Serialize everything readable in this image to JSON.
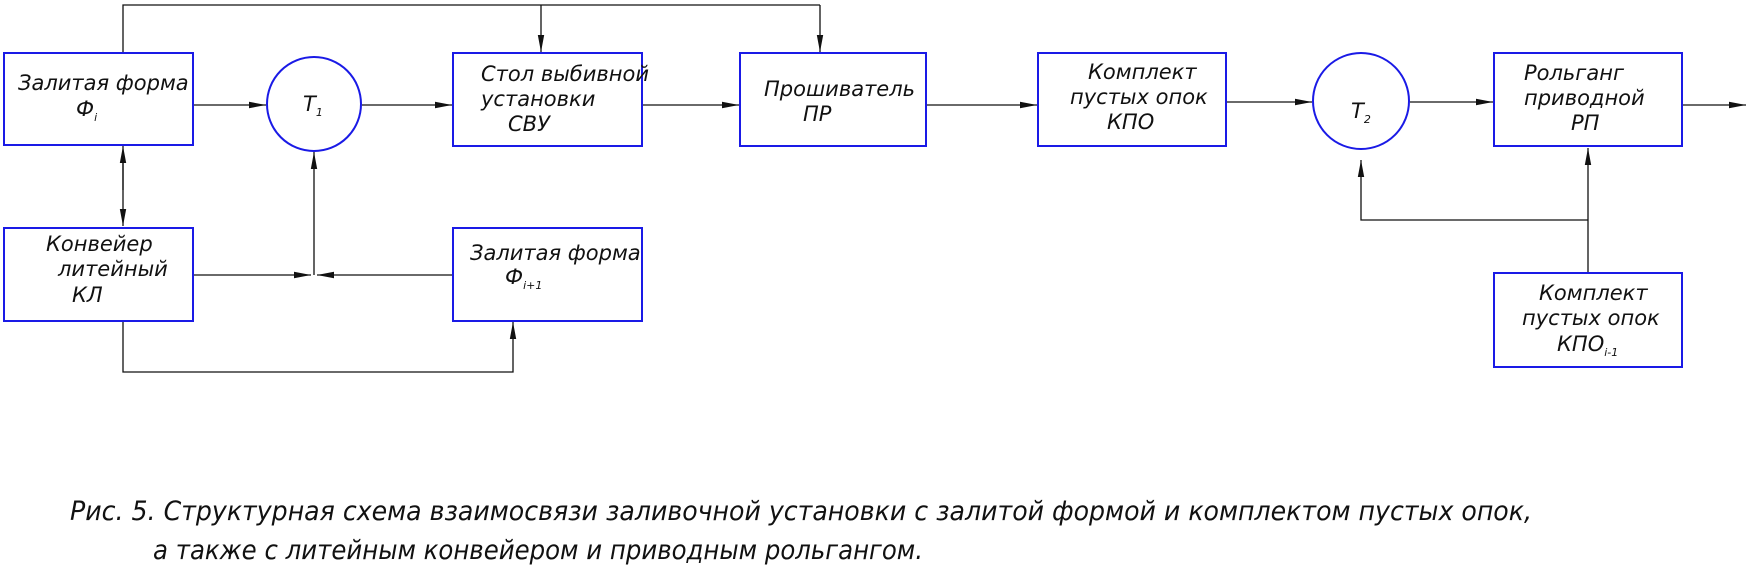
{
  "colors": {
    "block_border": "#1a1ae6",
    "connector": "#111111",
    "text": "#111111"
  },
  "blocks": {
    "poured_form": {
      "line1": "Залитая форма",
      "main": "Ф",
      "sub": "i"
    },
    "timer1": {
      "main": "T",
      "sub": "1"
    },
    "knockout_table": {
      "line1": "Стол выбивной",
      "line2": "установки",
      "line3": "СВУ"
    },
    "piercer": {
      "line1": "Прошиватель",
      "line2": "ПР"
    },
    "empty_flasks": {
      "line1": "Комплект",
      "line2": "пустых опок",
      "line3": "КПО"
    },
    "timer2": {
      "main": "T",
      "sub": "2"
    },
    "roller_table": {
      "line1": "Рольганг",
      "line2": "приводной",
      "line3": "РП"
    },
    "conveyor": {
      "line1": "Конвейер",
      "line2": "литейный",
      "line3": "КЛ"
    },
    "poured_form_next": {
      "line1": "Залитая форма",
      "main": "Ф",
      "sub": "i+1"
    },
    "empty_flasks_prev": {
      "line1": "Комплект",
      "line2": "пустых опок",
      "main": "КПО",
      "sub": "i-1"
    }
  },
  "caption": {
    "line1": "Рис. 5. Структурная схема взаимосвязи заливочной установки с залитой формой и комплектом пустых опок,",
    "line2": "а также с литейным конвейером и приводным рольгангом."
  }
}
